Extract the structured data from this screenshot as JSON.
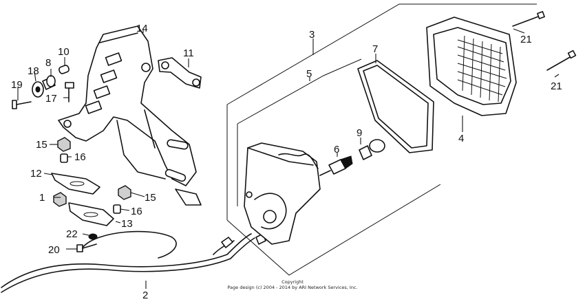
{
  "diagram": {
    "callouts": [
      {
        "id": "c1",
        "label": "1"
      },
      {
        "id": "c2",
        "label": "2"
      },
      {
        "id": "c3",
        "label": "3"
      },
      {
        "id": "c4",
        "label": "4"
      },
      {
        "id": "c5",
        "label": "5"
      },
      {
        "id": "c6",
        "label": "6"
      },
      {
        "id": "c7",
        "label": "7"
      },
      {
        "id": "c8",
        "label": "8"
      },
      {
        "id": "c9",
        "label": "9"
      },
      {
        "id": "c10",
        "label": "10"
      },
      {
        "id": "c11",
        "label": "11"
      },
      {
        "id": "c12",
        "label": "12"
      },
      {
        "id": "c13",
        "label": "13"
      },
      {
        "id": "c14",
        "label": "14"
      },
      {
        "id": "c15a",
        "label": "15"
      },
      {
        "id": "c15b",
        "label": "15"
      },
      {
        "id": "c16a",
        "label": "16"
      },
      {
        "id": "c16b",
        "label": "16"
      },
      {
        "id": "c17",
        "label": "17"
      },
      {
        "id": "c18",
        "label": "18"
      },
      {
        "id": "c19",
        "label": "19"
      },
      {
        "id": "c20",
        "label": "20"
      },
      {
        "id": "c21a",
        "label": "21"
      },
      {
        "id": "c21b",
        "label": "21"
      },
      {
        "id": "c22",
        "label": "22"
      }
    ],
    "copyright_line1": "Copyright",
    "copyright_line2": "Page design (c) 2004 - 2014 by ARI Network Services, Inc."
  }
}
